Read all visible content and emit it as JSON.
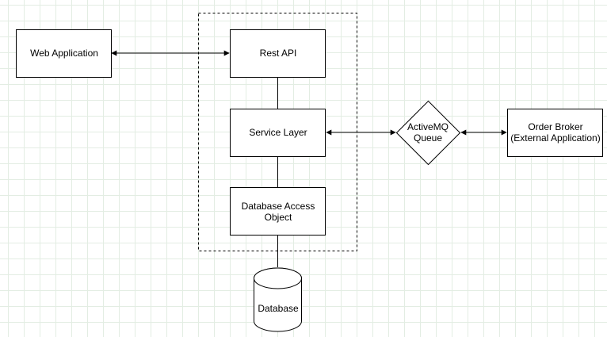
{
  "nodes": {
    "web_app": {
      "label": "Web Application"
    },
    "rest_api": {
      "label": "Rest API"
    },
    "service_layer": {
      "label": "Service Layer"
    },
    "dao": {
      "line1": "Database Access",
      "line2": "Object"
    },
    "queue": {
      "line1": "ActiveMQ",
      "line2": "Queue"
    },
    "order_broker": {
      "line1": "Order Broker",
      "line2": "(External Application)"
    },
    "database": {
      "label": "Database"
    }
  },
  "colors": {
    "stroke": "#000000",
    "fill": "#ffffff",
    "grid": "#e3ede3"
  }
}
